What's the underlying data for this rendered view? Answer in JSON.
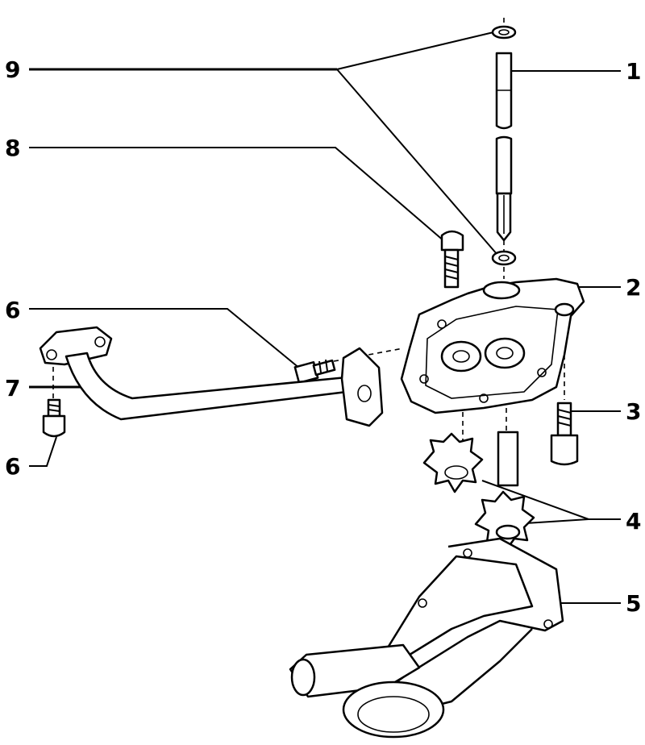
{
  "callouts": [
    {
      "id": "1",
      "label": "1"
    },
    {
      "id": "2",
      "label": "2"
    },
    {
      "id": "3",
      "label": "3"
    },
    {
      "id": "4",
      "label": "4"
    },
    {
      "id": "5",
      "label": "5"
    },
    {
      "id": "6a",
      "label": "6"
    },
    {
      "id": "6b",
      "label": "6"
    },
    {
      "id": "7",
      "label": "7"
    },
    {
      "id": "8",
      "label": "8"
    },
    {
      "id": "9",
      "label": "9"
    }
  ]
}
